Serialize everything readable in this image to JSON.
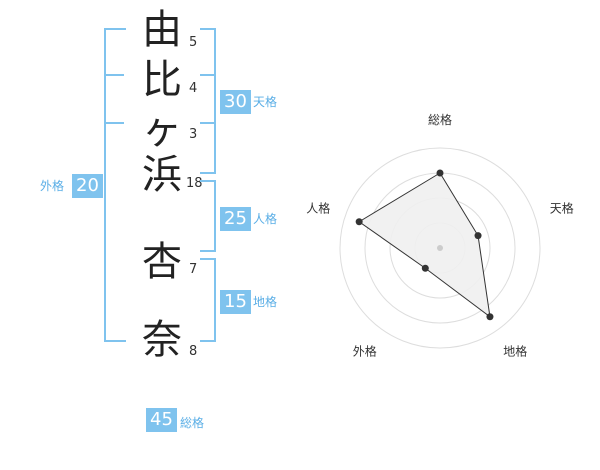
{
  "name": {
    "chars": [
      {
        "char": "由",
        "strokes": "5"
      },
      {
        "char": "比",
        "strokes": "4"
      },
      {
        "char": "ヶ",
        "strokes": "3"
      },
      {
        "char": "浜",
        "strokes": "18"
      },
      {
        "char": "杏",
        "strokes": "7"
      },
      {
        "char": "奈",
        "strokes": "8"
      }
    ]
  },
  "scores": {
    "tenkaku": {
      "label": "天格",
      "value": "30"
    },
    "jinkaku": {
      "label": "人格",
      "value": "25"
    },
    "chikaku": {
      "label": "地格",
      "value": "15"
    },
    "gaikaku": {
      "label": "外格",
      "value": "20"
    },
    "soukaku": {
      "label": "総格",
      "value": "45"
    }
  },
  "chart_data": {
    "type": "radar",
    "axes": [
      "総格",
      "天格",
      "地格",
      "外格",
      "人格"
    ],
    "values": [
      0.75,
      0.4,
      0.85,
      0.25,
      0.85
    ],
    "max": 1,
    "rings": 4,
    "colors": {
      "fill": "#efefef",
      "line": "#333333",
      "grid": "#dddddd",
      "center": "#cccccc"
    }
  }
}
